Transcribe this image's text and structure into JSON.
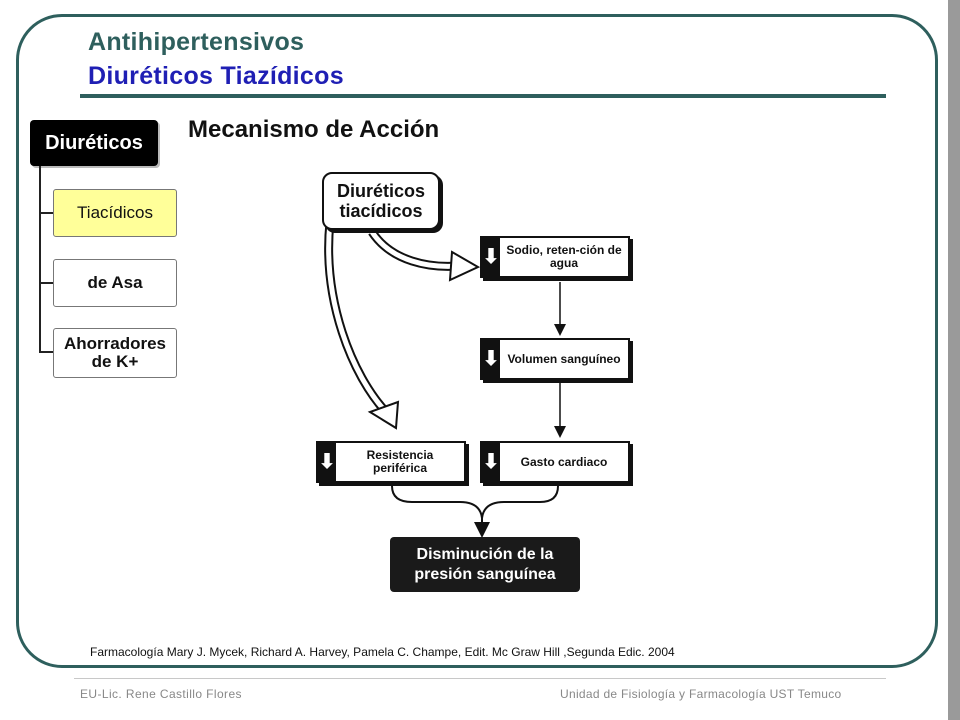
{
  "header": {
    "title": "Antihipertensivos",
    "subtitle": "Diuréticos Tiazídicos"
  },
  "section_heading": "Mecanismo de Acción",
  "tree": {
    "root": "Diuréticos",
    "items": [
      {
        "label": "Tiacídicos",
        "active": true
      },
      {
        "label": "de Asa",
        "active": false
      },
      {
        "label": "Ahorradores de K+",
        "active": false
      }
    ]
  },
  "flow": {
    "start": "Diuréticos tiacídicos",
    "sodio": "Sodio, reten-ción de agua",
    "volumen": "Volumen sanguíneo",
    "resistencia": "Resistencia periférica",
    "gasto": "Gasto cardiaco",
    "result": "Disminución de la presión sanguínea",
    "down_glyph": "⬇"
  },
  "footnote": "Farmacología Mary J. Mycek, Richard A. Harvey, Pamela C. Champe, Edit. Mc Graw Hill ,Segunda Edic. 2004",
  "footer": {
    "left": "EU-Lic. Rene Castillo Flores",
    "right": "Unidad de Fisiología y Farmacología UST Temuco"
  },
  "colors": {
    "teal": "#2e5f5d",
    "blue": "#1f1fb4",
    "highlight": "#ffff99"
  }
}
